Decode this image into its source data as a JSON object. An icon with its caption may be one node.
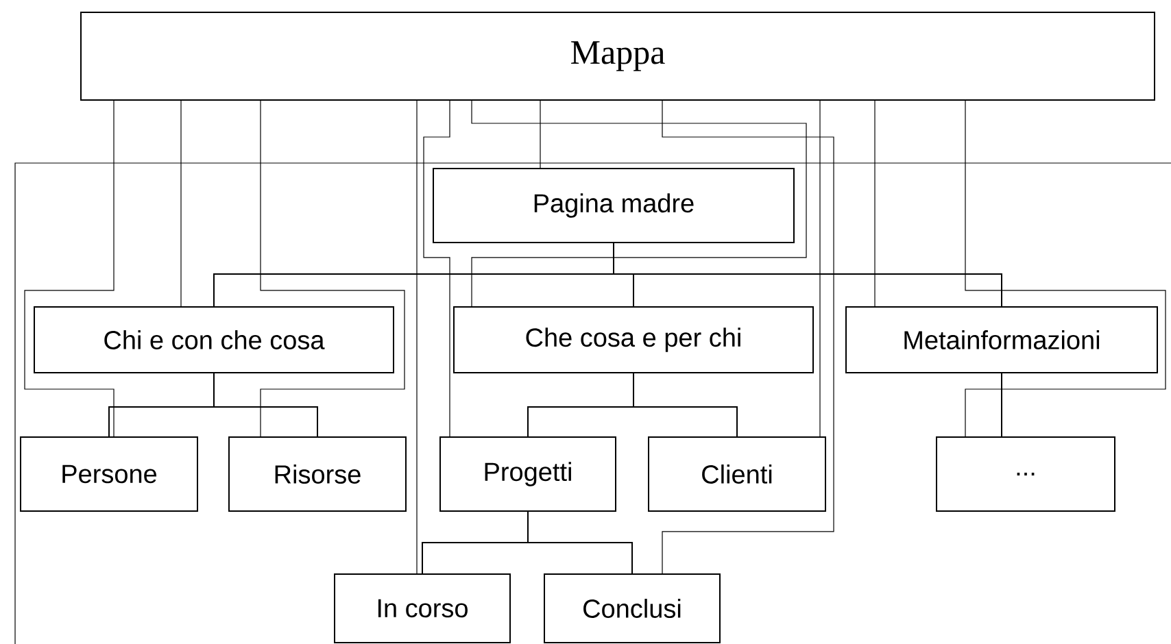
{
  "diagram": {
    "nodes": [
      {
        "text": [
          "Mappa"
        ]
      },
      {
        "text": [
          "Pagina madre"
        ]
      },
      {
        "text": [
          "Chi e con che cosa"
        ]
      },
      {
        "text": [
          "Che cosa e per chi"
        ]
      },
      {
        "text": [
          "Metainformazioni"
        ]
      },
      {
        "text": [
          "Persone"
        ]
      },
      {
        "text": [
          "Risorse"
        ]
      },
      {
        "text": [
          "Progetti"
        ]
      },
      {
        "text": [
          "Clienti"
        ]
      },
      {
        "text": [
          "..."
        ]
      },
      {
        "text": [
          "In corso"
        ]
      },
      {
        "text": [
          "Conclusi"
        ]
      }
    ],
    "edges": [
      {
        "from": 1,
        "to": 2,
        "arrow": "none"
      },
      {
        "from": 1,
        "to": 3,
        "arrow": "none"
      },
      {
        "from": 1,
        "to": 4,
        "arrow": "none"
      },
      {
        "from": 2,
        "to": 5,
        "arrow": "none"
      },
      {
        "from": 2,
        "to": 6,
        "arrow": "none"
      },
      {
        "from": 3,
        "to": 7,
        "arrow": "none"
      },
      {
        "from": 3,
        "to": 8,
        "arrow": "none"
      },
      {
        "from": 4,
        "to": 9,
        "arrow": "none"
      },
      {
        "from": 7,
        "to": 10,
        "arrow": "none"
      },
      {
        "from": 7,
        "to": 11,
        "arrow": "none"
      },
      {
        "from": 0,
        "to": 5,
        "arrow": "none"
      },
      {
        "from": 0,
        "to": 2,
        "arrow": "none"
      },
      {
        "from": 0,
        "to": 6,
        "arrow": "none"
      },
      {
        "from": 0,
        "to": 10,
        "arrow": "none"
      },
      {
        "from": 0,
        "to": 7,
        "arrow": "none"
      },
      {
        "from": 0,
        "to": 3,
        "arrow": "none"
      },
      {
        "from": 0,
        "to": 1,
        "arrow": "none"
      },
      {
        "from": 0,
        "to": 11,
        "arrow": "none"
      },
      {
        "from": 0,
        "to": 8,
        "arrow": "none"
      },
      {
        "from": 0,
        "to": 4,
        "arrow": "none"
      },
      {
        "from": 0,
        "to": 9,
        "arrow": "none"
      }
    ]
  }
}
